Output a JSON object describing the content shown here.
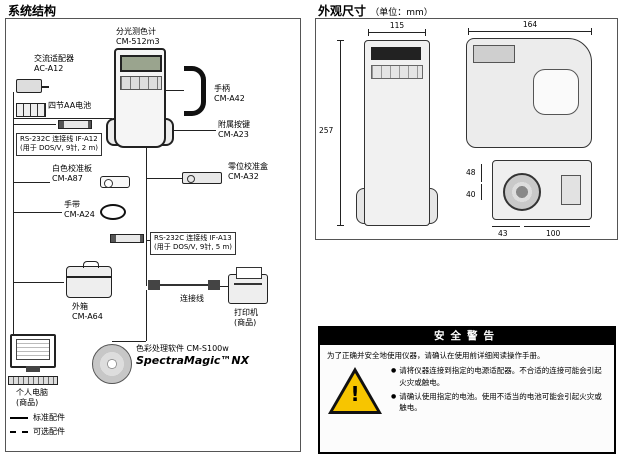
{
  "left": {
    "title": "系统结构",
    "items": {
      "instrument": {
        "l1": "分光测色计",
        "l2": "CM-512m3"
      },
      "adapter": {
        "l1": "交流适配器",
        "l2": "AC-A12"
      },
      "batteries": {
        "l1": "四节AA电池"
      },
      "cable_a12": {
        "l1": "RS-232C 连接线 IF-A12",
        "l2": "(用于 DOS/V, 9针, 2 m)"
      },
      "white_plate": {
        "l1": "白色校准板",
        "l2": "CM-A87"
      },
      "strap": {
        "l1": "手带",
        "l2": "CM-A24"
      },
      "handle": {
        "l1": "手柄",
        "l2": "CM-A42"
      },
      "keys": {
        "l1": "附属按键",
        "l2": "CM-A23"
      },
      "zero_box": {
        "l1": "零位校准盒",
        "l2": "CM-A32"
      },
      "cable_a13": {
        "l1": "RS-232C 连接线 IF-A13",
        "l2": "(用于 DOS/V, 9针, 5 m)"
      },
      "link_cable": {
        "l1": "连接线"
      },
      "printer": {
        "l1": "打印机",
        "l2": "(商品)"
      },
      "case": {
        "l1": "外箱",
        "l2": "CM-A64"
      },
      "software": {
        "l1": "色彩处理软件  CM-S100w",
        "l2": "SpectraMagic™NX"
      },
      "pc": {
        "l1": "个人电脑",
        "l2": "(商品)"
      }
    },
    "legend": {
      "standard": "标准配件",
      "optional": "可选配件"
    }
  },
  "right": {
    "title": "外观尺寸",
    "unit": "（单位：mm）",
    "dims": {
      "front_width": "115",
      "front_height": "257",
      "side_width": "164",
      "d48": "48",
      "d40": "40",
      "d43": "43",
      "d100": "100"
    }
  },
  "warning": {
    "title": "安全警告",
    "intro": "为了正确并安全地使用仪器，请确认在使用前详细阅读操作手册。",
    "bullet_char": "●",
    "exclamation": "!",
    "bullets": [
      "请将仪器连接到指定的电源适配器。不合适的连接可能会引起火灾或触电。",
      "请确认使用指定的电池。使用不适当的电池可能会引起火灾或触电。"
    ]
  }
}
